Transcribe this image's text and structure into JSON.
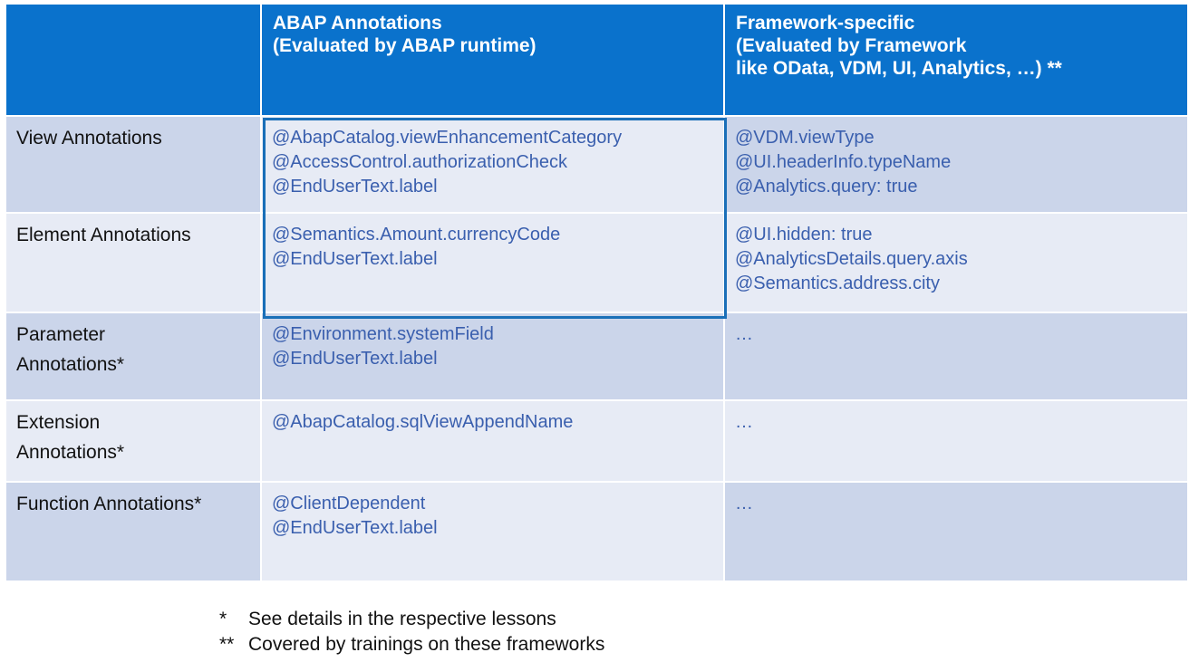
{
  "header": {
    "col1": "",
    "col2_lines": [
      "ABAP Annotations",
      "(Evaluated by ABAP runtime)"
    ],
    "col3_lines": [
      "Framework-specific",
      "(Evaluated by Framework",
      "like OData, VDM, UI, Analytics, …) **"
    ]
  },
  "rows": [
    {
      "label_lines": [
        "View Annotations"
      ],
      "abap": [
        "@AbapCatalog.viewEnhancementCategory",
        "@AccessControl.authorizationCheck",
        "@EndUserText.label"
      ],
      "framework": [
        "@VDM.viewType",
        "@UI.headerInfo.typeName",
        "@Analytics.query: true"
      ]
    },
    {
      "label_lines": [
        "Element Annotations"
      ],
      "abap": [
        "@Semantics.Amount.currencyCode",
        "@EndUserText.label"
      ],
      "framework": [
        "@UI.hidden: true",
        "@AnalyticsDetails.query.axis",
        "@Semantics.address.city"
      ]
    },
    {
      "label_lines": [
        "Parameter",
        "Annotations*"
      ],
      "abap": [
        "@Environment.systemField",
        "@EndUserText.label"
      ],
      "framework": [
        "…"
      ]
    },
    {
      "label_lines": [
        "Extension",
        "Annotations*"
      ],
      "abap": [
        "@AbapCatalog.sqlViewAppendName"
      ],
      "framework": [
        "…"
      ]
    },
    {
      "label_lines": [
        "Function Annotations*"
      ],
      "abap": [
        "@ClientDependent",
        "@EndUserText.label"
      ],
      "framework": [
        "…"
      ]
    }
  ],
  "footnotes": [
    {
      "mark": "*",
      "text": "See details in the respective lessons"
    },
    {
      "mark": "**",
      "text": "Covered by trainings on these frameworks"
    }
  ],
  "colors": {
    "header_bg": "#0a72cc",
    "row_dark": "#cbd5ea",
    "row_light": "#e7ebf5",
    "annotation_text": "#3a5fae",
    "highlight_border": "#1a6fb8"
  }
}
